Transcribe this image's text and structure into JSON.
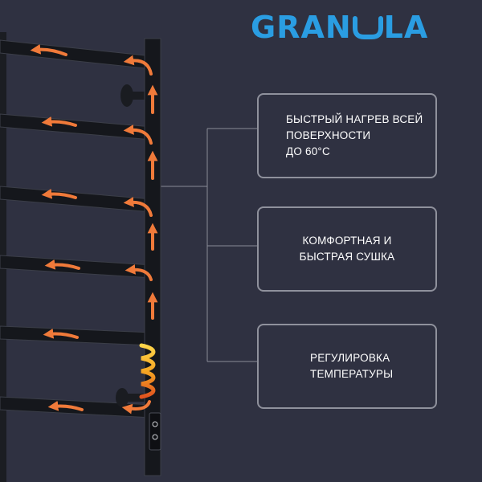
{
  "brand": {
    "name_left": "GRAN",
    "name_right": "LA",
    "color": "#2a9de2"
  },
  "features": [
    {
      "text": "БЫСТРЫЙ НАГРЕВ ВСЕЙ\nПОВЕРХНОСТИ\nДО 60°С"
    },
    {
      "text": "КОМФОРТНАЯ И\nБЫСТРАЯ СУШКА"
    },
    {
      "text": "РЕГУЛИРОВКА\nТЕМПЕРАТУРЫ"
    }
  ],
  "colors": {
    "background": "#2f3141",
    "rail": "#15171c",
    "heat_arrow": "#f07a3a",
    "heating_coil": "#f5a623",
    "card_border": "#8f919c",
    "connector_line": "#8a8c96"
  },
  "icons": [
    "u-wave-logo-icon",
    "heat-arrow-icon",
    "heating-coil-icon",
    "power-button-icon"
  ]
}
